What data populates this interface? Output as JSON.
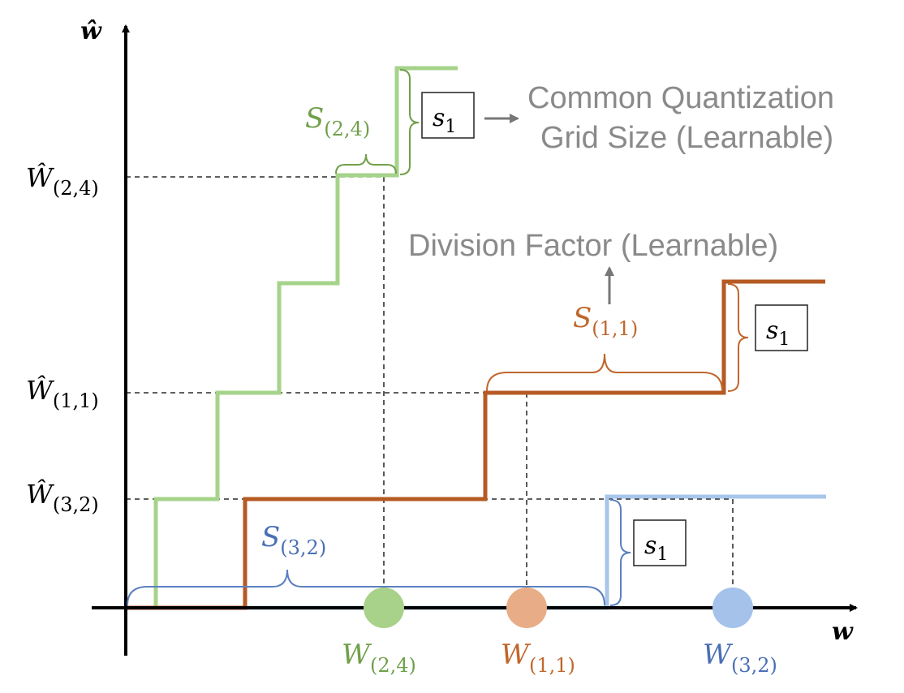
{
  "colors": {
    "green": "#a6d38a",
    "green_text": "#70a04a",
    "brown": "#b65a24",
    "brown_text": "#c0672d",
    "blue": "#a8c5ea",
    "blue_text": "#4a6fb5",
    "blue_brace": "#5b80c0",
    "gray_text": "#8a8a8a",
    "green_dot": "#a8d18a",
    "orange_dot": "#e8ad86",
    "blue_dot": "#a4c2ea",
    "axis": "#000000"
  },
  "axes": {
    "x_label": "w",
    "y_label": "ŵ"
  },
  "y_ticks": [
    {
      "main": "Ŵ",
      "sub": "(2,4)"
    },
    {
      "main": "Ŵ",
      "sub": "(1,1)"
    },
    {
      "main": "Ŵ",
      "sub": "(3,2)"
    }
  ],
  "points": [
    {
      "main": "W",
      "sub": "(2,4)"
    },
    {
      "main": "W",
      "sub": "(1,1)"
    },
    {
      "main": "W",
      "sub": "(3,2)"
    }
  ],
  "step_labels": [
    {
      "main": "S",
      "sub": "(2,4)"
    },
    {
      "main": "S",
      "sub": "(1,1)"
    },
    {
      "main": "S",
      "sub": "(3,2)"
    }
  ],
  "grid_box": {
    "main": "s",
    "sub": "1"
  },
  "callouts": {
    "common_line1": "Common Quantization",
    "common_line2": "Grid Size (Learnable)",
    "division": "Division Factor (Learnable)"
  }
}
